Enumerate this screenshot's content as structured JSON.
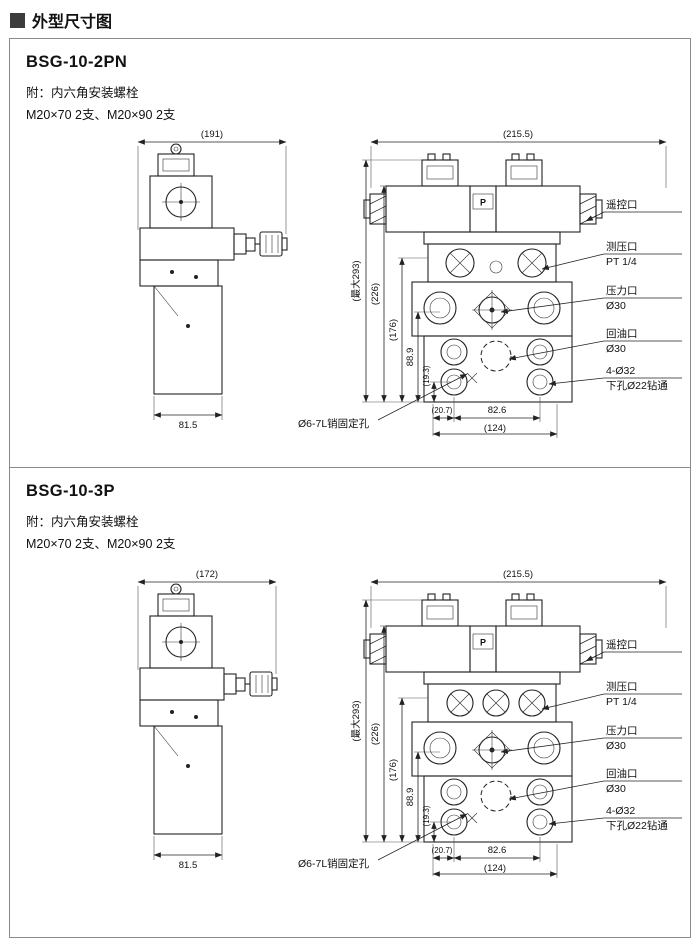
{
  "header": {
    "title": "外型尺寸图"
  },
  "sections": [
    {
      "model": "BSG-10-2PN",
      "note_line1": "附：内六角安装螺栓",
      "note_line2": "M20×70 2支、M20×90 2支",
      "valve_marking": "P",
      "side_view": {
        "total_width": "(191)",
        "base_width": "81.5"
      },
      "front_view": {
        "total_width": "(215.5)",
        "max_height": "(最大293)",
        "height_226": "(226)",
        "height_176": "(176)",
        "height_88_9": "88.9",
        "height_19_3": "(19.3)",
        "width_20_7": "(20.7)",
        "width_82_6": "82.6",
        "width_124": "(124)"
      },
      "labels": {
        "remote_port": "遥控口",
        "gauge_port": "测压口",
        "gauge_port_size": "PT 1/4",
        "pressure_port": "压力口",
        "pressure_port_size": "Ø30",
        "return_port": "回油口",
        "return_port_size": "Ø30",
        "mount_holes": "4-Ø32",
        "mount_holes_sub": "下孔Ø22钻通",
        "pin_hole": "Ø6-7L销固定孔"
      }
    },
    {
      "model": "BSG-10-3P",
      "note_line1": "附：内六角安装螺栓",
      "note_line2": "M20×70 2支、M20×90 2支",
      "valve_marking": "P",
      "side_view": {
        "total_width": "(172)",
        "base_width": "81.5"
      },
      "front_view": {
        "total_width": "(215.5)",
        "max_height": "(最大293)",
        "height_226": "(226)",
        "height_176": "(176)",
        "height_88_9": "88.9",
        "height_19_3": "(19.3)",
        "width_20_7": "(20.7)",
        "width_82_6": "82.6",
        "width_124": "(124)"
      },
      "labels": {
        "remote_port": "遥控口",
        "gauge_port": "测压口",
        "gauge_port_size": "PT 1/4",
        "pressure_port": "压力口",
        "pressure_port_size": "Ø30",
        "return_port": "回油口",
        "return_port_size": "Ø30",
        "mount_holes": "4-Ø32",
        "mount_holes_sub": "下孔Ø22钻通",
        "pin_hole": "Ø6-7L销固定孔"
      }
    }
  ]
}
